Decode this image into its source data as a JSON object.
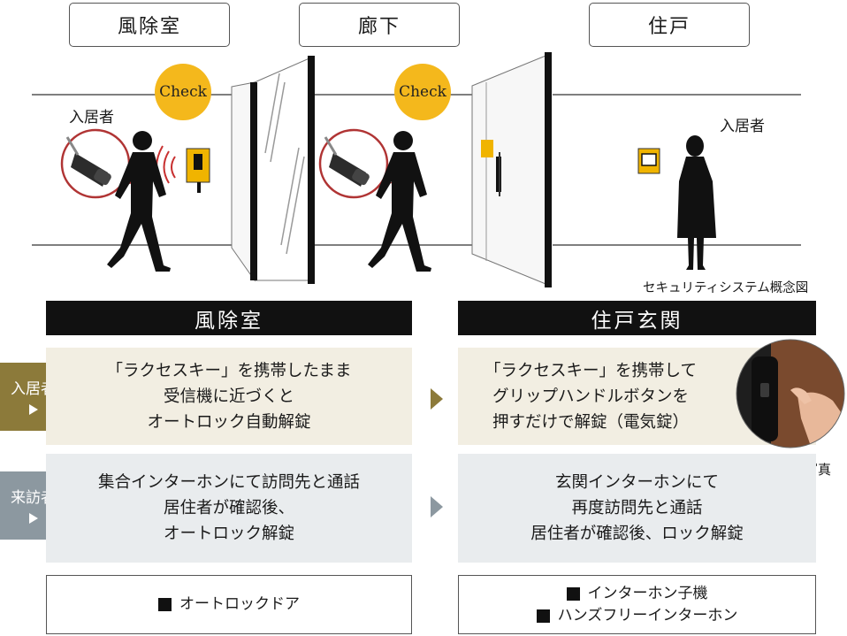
{
  "zones": {
    "vestibule": "風除室",
    "corridor": "廊下",
    "unit": "住戸"
  },
  "scene": {
    "check_left": "Check",
    "check_right": "Check",
    "resident_left": "入居者",
    "resident_right": "入居者",
    "concept_caption": "セキュリティシステム概念図",
    "reference_caption": "参考写真"
  },
  "columns": {
    "left_header": "風除室",
    "right_header": "住戸玄関"
  },
  "rows": {
    "resident": {
      "tag": "入居者",
      "left": [
        "「ラクセスキー」を携帯したまま",
        "受信機に近づくと",
        "オートロック自動解錠"
      ],
      "right": [
        "「ラクセスキー」を携帯して",
        "グリップハンドルボタンを",
        "押すだけで解錠（電気錠）"
      ]
    },
    "visitor": {
      "tag": "来訪者",
      "left": [
        "集合インターホンにて訪問先と通話",
        "居住者が確認後、",
        "オートロック解錠"
      ],
      "right": [
        "玄関インターホンにて",
        "再度訪問先と通話",
        "居住者が確認後、ロック解錠"
      ]
    }
  },
  "legend": {
    "left": [
      "オートロックドア"
    ],
    "right": [
      "インターホン子機",
      "ハンズフリーインターホン"
    ]
  },
  "colors": {
    "check": "#f4b81c",
    "device": "#f0b400",
    "resident_tag": "#8c7a3a",
    "visitor_tag": "#8c98a0",
    "resident_row": "#f2eee2",
    "visitor_row": "#e9ecee",
    "header_bar": "#111111"
  }
}
